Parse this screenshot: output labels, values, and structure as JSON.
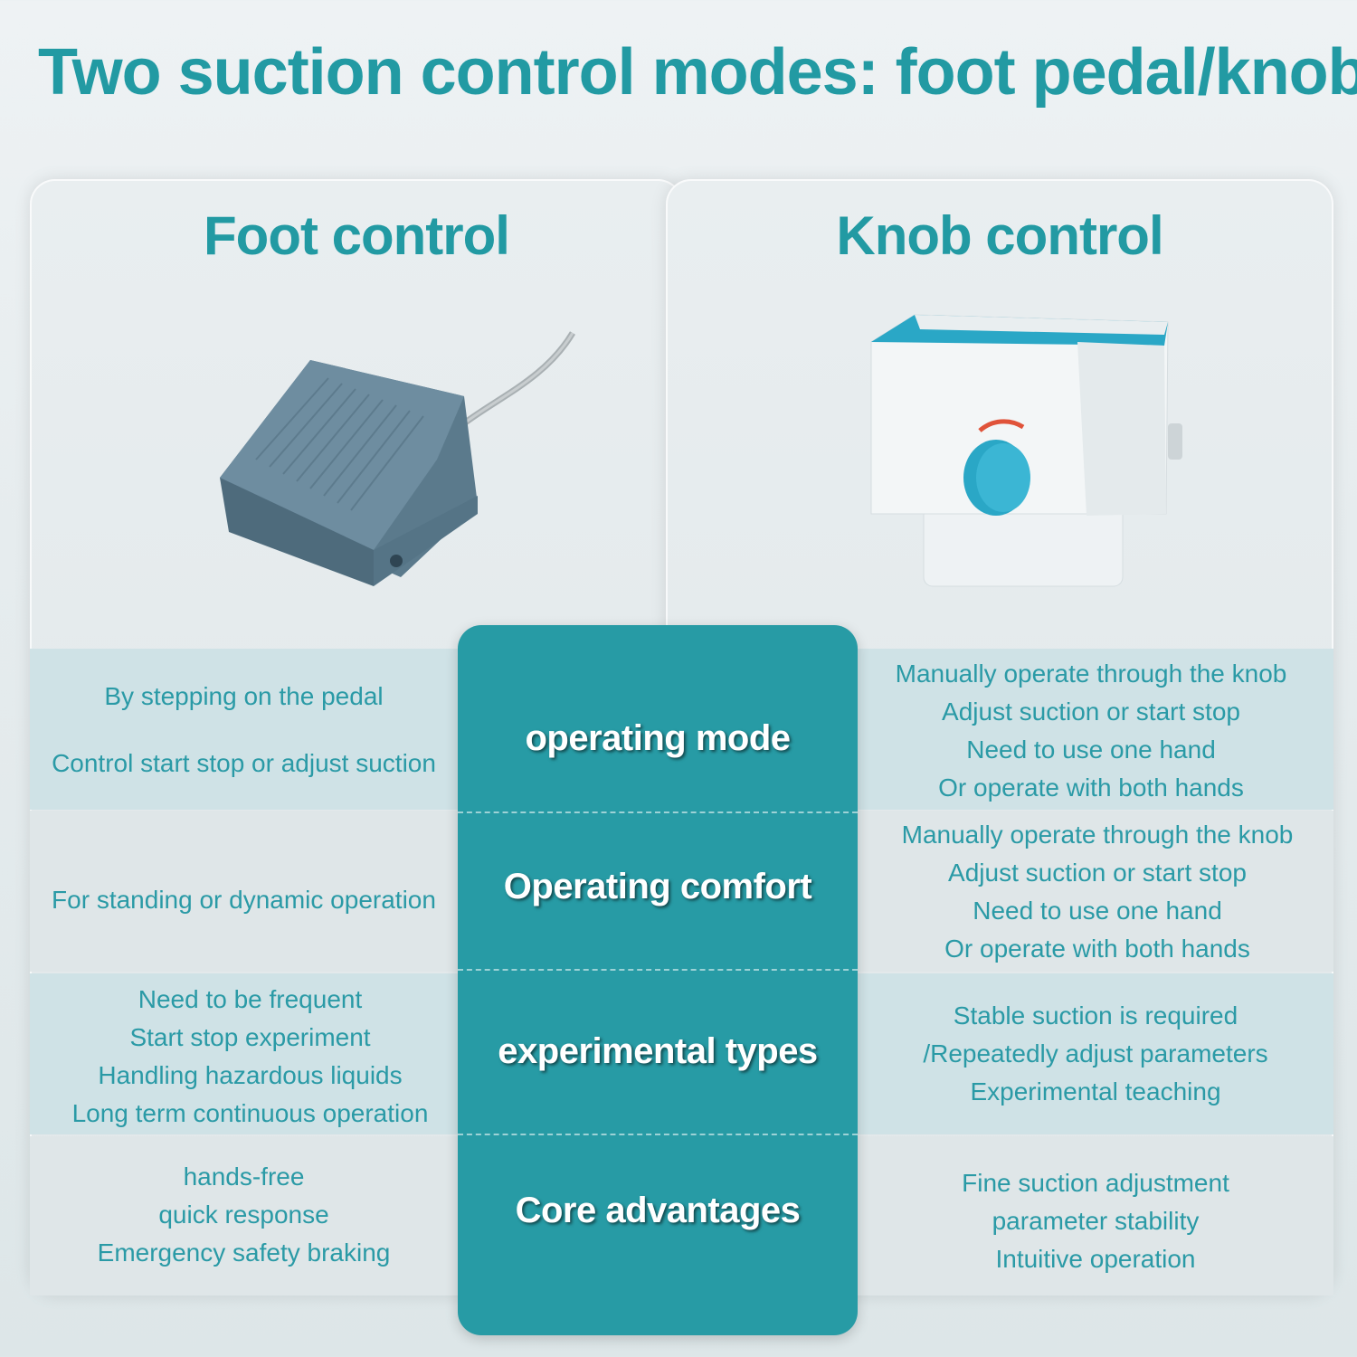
{
  "title": "Two suction control modes: foot pedal/knob",
  "left": {
    "title": "Foot control",
    "image": "foot-pedal-switch",
    "rows": [
      [
        "By stepping on the pedal",
        "",
        "Control start stop or adjust suction"
      ],
      [
        "For standing or dynamic operation"
      ],
      [
        "Need to be frequent",
        "Start stop experiment",
        "Handling hazardous liquids",
        "Long term continuous operation"
      ],
      [
        "hands-free",
        "quick response",
        "Emergency safety braking"
      ]
    ]
  },
  "right": {
    "title": "Knob control",
    "image": "knob-control-box",
    "rows": [
      [
        "Manually operate through the knob",
        "Adjust suction or start stop",
        "Need to use one hand",
        "Or operate with both hands"
      ],
      [
        "Manually operate through the knob",
        "Adjust suction or start stop",
        "Need to use one hand",
        "Or operate with both hands"
      ],
      [
        "Stable suction is required",
        "/Repeatedly adjust parameters",
        "Experimental teaching"
      ],
      [
        "Fine suction adjustment",
        "parameter stability",
        "Intuitive operation"
      ]
    ]
  },
  "categories": [
    "operating mode",
    "Operating comfort",
    "experimental types",
    "Core advantages"
  ],
  "colors": {
    "accent": "#229aa3",
    "center": "#279ba5",
    "band_blue": "#cfe2e6",
    "band_grey": "#dfe6e8"
  }
}
